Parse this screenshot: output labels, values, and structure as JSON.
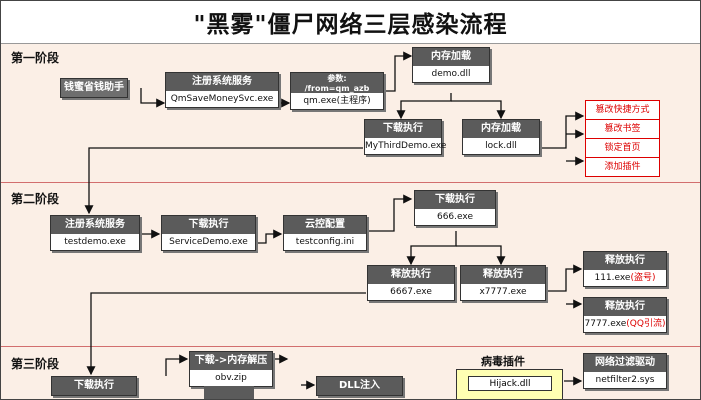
{
  "title": "\"黑雾\"僵尸网络三层感染流程",
  "stages": {
    "s1": "第一阶段",
    "s2": "第二阶段",
    "s3": "第三阶段"
  },
  "stage1": {
    "start": "钱蜜省钱助手",
    "reg": {
      "head": "注册系统服务",
      "body": "QmSaveMoneySvc.exe"
    },
    "param": {
      "head1": "参数:",
      "head2": "/from=qm_azb",
      "body": "qm.exe(主程序)"
    },
    "memload1": {
      "head": "内存加载",
      "body": "demo.dll"
    },
    "download": {
      "head": "下载执行",
      "body": "MyThirdDemo.exe"
    },
    "memload2": {
      "head": "内存加载",
      "body": "lock.dll"
    },
    "actions": [
      "篡改快捷方式",
      "篡改书签",
      "锁定首页",
      "添加插件"
    ]
  },
  "stage2": {
    "reg": {
      "head": "注册系统服务",
      "body": "testdemo.exe"
    },
    "download1": {
      "head": "下载执行",
      "body": "ServiceDemo.exe"
    },
    "cloud": {
      "head": "云控配置",
      "body": "testconfig.ini"
    },
    "download2": {
      "head": "下载执行",
      "body": "666.exe"
    },
    "release1": {
      "head": "释放执行",
      "body": "6667.exe"
    },
    "release2": {
      "head": "释放执行",
      "body": "x7777.exe"
    },
    "release3": {
      "head": "释放执行",
      "body": "111.exe",
      "note": "(盗号)"
    },
    "release4": {
      "head": "释放执行",
      "body": "7777.exe",
      "note": "(QQ引流)"
    }
  },
  "stage3": {
    "download": {
      "head": "下载执行"
    },
    "decompress": {
      "head": "下载->内存解压",
      "body": "obv.zip"
    },
    "dll": {
      "head": "DLL注入"
    },
    "plugin_title": "病毒插件",
    "plugins": [
      "Hijack.dll"
    ],
    "netdriver": {
      "head": "网络过滤驱动",
      "body": "netfilter2.sys"
    }
  }
}
